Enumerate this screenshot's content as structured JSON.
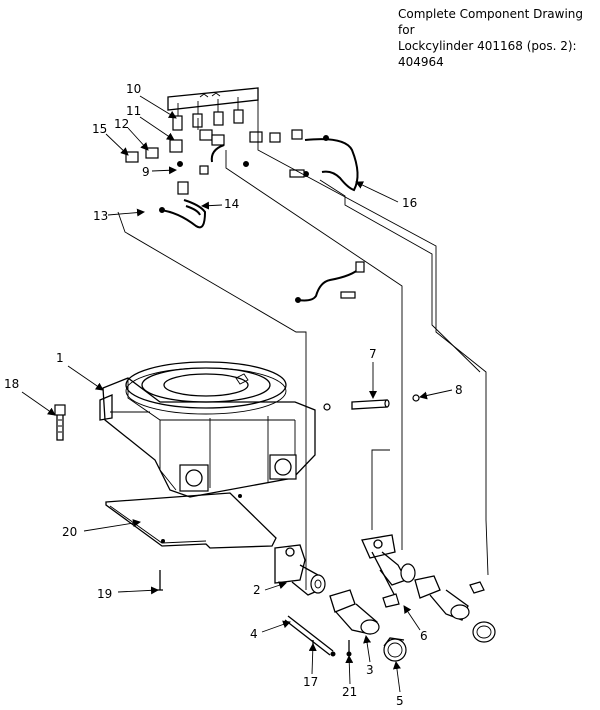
{
  "title": "Complete Component Drawing for\nLockcylinder 401168 (pos. 2):\n404964",
  "callouts": {
    "c1": "1",
    "c2": "2",
    "c3": "3",
    "c4": "4",
    "c5": "5",
    "c6": "6",
    "c7": "7",
    "c8": "8",
    "c9": "9",
    "c10": "10",
    "c11": "11",
    "c12": "12",
    "c13": "13",
    "c14": "14",
    "c15": "15",
    "c16": "16",
    "c17": "17",
    "c18": "18",
    "c19": "19",
    "c20": "20",
    "c21": "21"
  }
}
